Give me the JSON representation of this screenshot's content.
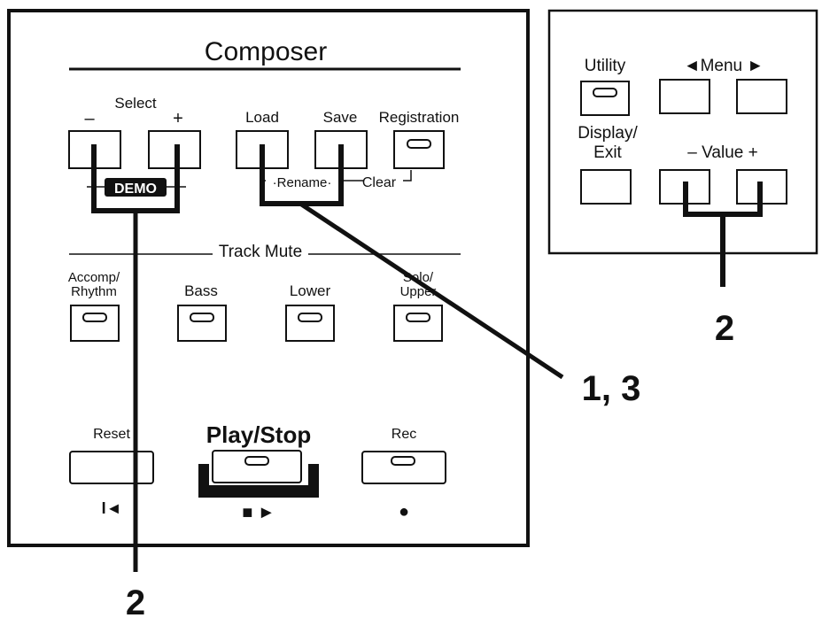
{
  "composer": {
    "title": "Composer",
    "select_label": "Select",
    "minus": "–",
    "plus": "+",
    "demo": "DEMO",
    "load": "Load",
    "save": "Save",
    "registration": "Registration",
    "rename": "·Rename·",
    "clear": "Clear",
    "track_mute": "Track Mute",
    "accomp_1": "Accomp/",
    "accomp_2": "Rhythm",
    "bass": "Bass",
    "lower": "Lower",
    "solo_1": "Solo/",
    "solo_2": "Upper",
    "reset": "Reset",
    "play_stop": "Play/Stop",
    "rec": "Rec",
    "reset_symbol": "I◄",
    "play_symbol": "■ ►",
    "rec_symbol": "●"
  },
  "control": {
    "utility": "Utility",
    "menu": "◄Menu ►",
    "display_1": "Display/",
    "display_2": "Exit",
    "value": "– Value +"
  },
  "callouts": {
    "step_13": "1, 3",
    "step_2_right": "2",
    "step_2_bottom": "2"
  }
}
